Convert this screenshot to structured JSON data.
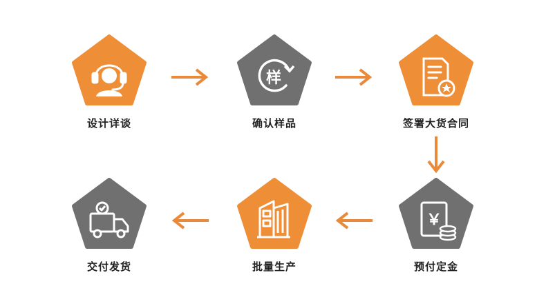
{
  "colors": {
    "orange": "#EE8E36",
    "gray": "#707070",
    "arrow": "#E98A3A",
    "text": "#222222"
  },
  "steps": [
    {
      "label": "设计详谈",
      "color": "orange",
      "icon": "customer-service-headset-icon"
    },
    {
      "label": "确认样品",
      "color": "gray",
      "icon": "sample-confirm-icon",
      "glyph": "样"
    },
    {
      "label": "签署大货合同",
      "color": "orange",
      "icon": "contract-document-icon"
    },
    {
      "label": "预付定金",
      "color": "gray",
      "icon": "yuan-deposit-icon",
      "glyph": "￥"
    },
    {
      "label": "批量生产",
      "color": "orange",
      "icon": "factory-building-icon"
    },
    {
      "label": "交付发货",
      "color": "gray",
      "icon": "delivery-truck-icon"
    }
  ]
}
